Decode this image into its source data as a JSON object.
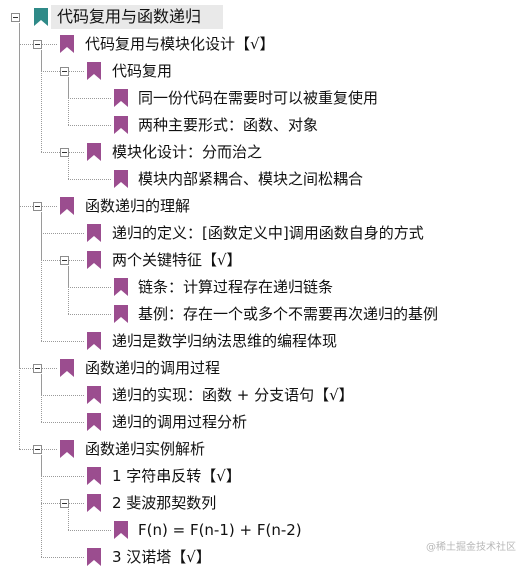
{
  "nodes": [
    {
      "id": "root",
      "label": "代码复用与函数递归",
      "depth": 0,
      "toggle": true,
      "color": "#2f8a88"
    },
    {
      "id": "n1",
      "label": "代码复用与模块化设计【√】",
      "depth": 1,
      "toggle": true,
      "color": "#9b4d8f"
    },
    {
      "id": "n1a",
      "label": "代码复用",
      "depth": 2,
      "toggle": true,
      "color": "#9b4d8f"
    },
    {
      "id": "n1a1",
      "label": "同一份代码在需要时可以被重复使用",
      "depth": 3,
      "toggle": false,
      "color": "#9b4d8f"
    },
    {
      "id": "n1a2",
      "label": "两种主要形式：函数、对象",
      "depth": 3,
      "toggle": false,
      "color": "#9b4d8f"
    },
    {
      "id": "n1b",
      "label": "模块化设计：分而治之",
      "depth": 2,
      "toggle": true,
      "color": "#9b4d8f"
    },
    {
      "id": "n1b1",
      "label": "模块内部紧耦合、模块之间松耦合",
      "depth": 3,
      "toggle": false,
      "color": "#9b4d8f"
    },
    {
      "id": "n2",
      "label": "函数递归的理解",
      "depth": 1,
      "toggle": true,
      "color": "#9b4d8f"
    },
    {
      "id": "n2a",
      "label": "递归的定义：[函数定义中]调用函数自身的方式",
      "depth": 2,
      "toggle": false,
      "color": "#9b4d8f"
    },
    {
      "id": "n2b",
      "label": "两个关键特征【√】",
      "depth": 2,
      "toggle": true,
      "color": "#9b4d8f"
    },
    {
      "id": "n2b1",
      "label": "链条：计算过程存在递归链条",
      "depth": 3,
      "toggle": false,
      "color": "#9b4d8f"
    },
    {
      "id": "n2b2",
      "label": "基例：存在一个或多个不需要再次递归的基例",
      "depth": 3,
      "toggle": false,
      "color": "#9b4d8f"
    },
    {
      "id": "n2c",
      "label": "递归是数学归纳法思维的编程体现",
      "depth": 2,
      "toggle": false,
      "color": "#9b4d8f"
    },
    {
      "id": "n3",
      "label": "函数递归的调用过程",
      "depth": 1,
      "toggle": true,
      "color": "#9b4d8f"
    },
    {
      "id": "n3a",
      "label": "递归的实现：函数 + 分支语句【√】",
      "depth": 2,
      "toggle": false,
      "color": "#9b4d8f"
    },
    {
      "id": "n3b",
      "label": "递归的调用过程分析",
      "depth": 2,
      "toggle": false,
      "color": "#9b4d8f"
    },
    {
      "id": "n4",
      "label": "函数递归实例解析",
      "depth": 1,
      "toggle": true,
      "color": "#9b4d8f"
    },
    {
      "id": "n4a",
      "label": "1 字符串反转【√】",
      "depth": 2,
      "toggle": false,
      "color": "#9b4d8f"
    },
    {
      "id": "n4b",
      "label": "2 斐波那契数列",
      "depth": 2,
      "toggle": true,
      "color": "#9b4d8f"
    },
    {
      "id": "n4b1",
      "label": "F(n) = F(n-1) + F(n-2)",
      "depth": 3,
      "toggle": false,
      "color": "#9b4d8f"
    },
    {
      "id": "n4c",
      "label": "3 汉诺塔【√】",
      "depth": 2,
      "toggle": false,
      "color": "#9b4d8f"
    }
  ],
  "watermark": "@稀土掘金技术社区"
}
